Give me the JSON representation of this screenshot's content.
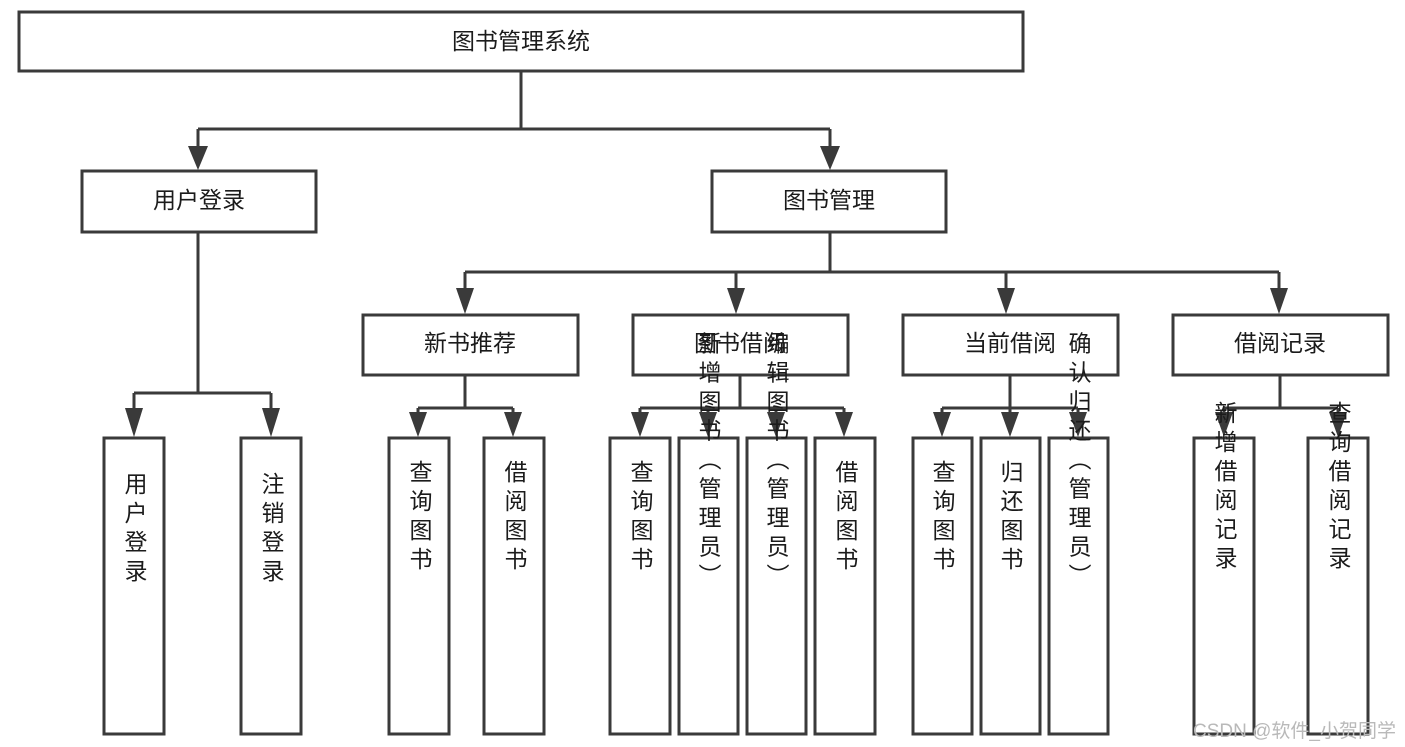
{
  "diagram": {
    "title": "图书管理系统",
    "type": "hierarchy-tree",
    "orientation": "top-down",
    "colors": {
      "box_stroke": "#3a3a3a",
      "box_fill": "#ffffff",
      "connector": "#3a3a3a",
      "text": "#1b1b1b",
      "watermark": "#b9b9b9",
      "background": "#ffffff"
    },
    "levels": [
      {
        "level": 1,
        "nodes": [
          {
            "id": "root",
            "label": "图书管理系统",
            "orientation": "horizontal"
          }
        ]
      },
      {
        "level": 2,
        "nodes": [
          {
            "id": "login",
            "label": "用户登录",
            "orientation": "horizontal",
            "parent": "root"
          },
          {
            "id": "bookmgmt",
            "label": "图书管理",
            "orientation": "horizontal",
            "parent": "root"
          }
        ]
      },
      {
        "level": 3,
        "nodes": [
          {
            "id": "newbook",
            "label": "新书推荐",
            "orientation": "horizontal",
            "parent": "bookmgmt"
          },
          {
            "id": "borrow",
            "label": "图书借阅",
            "orientation": "horizontal",
            "parent": "bookmgmt"
          },
          {
            "id": "current",
            "label": "当前借阅",
            "orientation": "horizontal",
            "parent": "bookmgmt"
          },
          {
            "id": "records",
            "label": "借阅记录",
            "orientation": "horizontal",
            "parent": "bookmgmt"
          }
        ]
      },
      {
        "level": 4,
        "nodes": [
          {
            "id": "leaf-user-login",
            "label": "用户登录",
            "orientation": "vertical",
            "parent": "login"
          },
          {
            "id": "leaf-user-logout",
            "label": "注销登录",
            "orientation": "vertical",
            "parent": "login"
          },
          {
            "id": "leaf-newbook-query",
            "label": "查询图书",
            "orientation": "vertical",
            "parent": "newbook"
          },
          {
            "id": "leaf-newbook-borrow",
            "label": "借阅图书",
            "orientation": "vertical",
            "parent": "newbook"
          },
          {
            "id": "leaf-borrow-query",
            "label": "查询图书",
            "orientation": "vertical",
            "parent": "borrow"
          },
          {
            "id": "leaf-borrow-add",
            "label": "新增图书（管理员）",
            "orientation": "vertical",
            "parent": "borrow"
          },
          {
            "id": "leaf-borrow-edit",
            "label": "编辑图书（管理员）",
            "orientation": "vertical",
            "parent": "borrow"
          },
          {
            "id": "leaf-borrow-lend",
            "label": "借阅图书",
            "orientation": "vertical",
            "parent": "borrow"
          },
          {
            "id": "leaf-current-query",
            "label": "查询图书",
            "orientation": "vertical",
            "parent": "current"
          },
          {
            "id": "leaf-current-return",
            "label": "归还图书",
            "orientation": "vertical",
            "parent": "current"
          },
          {
            "id": "leaf-current-confirm",
            "label": "确认归还（管理员）",
            "orientation": "vertical",
            "parent": "current"
          },
          {
            "id": "leaf-records-add",
            "label": "新增借阅记录",
            "orientation": "vertical",
            "parent": "records"
          },
          {
            "id": "leaf-records-query",
            "label": "查询借阅记录",
            "orientation": "vertical",
            "parent": "records"
          }
        ]
      }
    ]
  },
  "watermark": {
    "label": "CSDN @软件_小贺同学"
  }
}
